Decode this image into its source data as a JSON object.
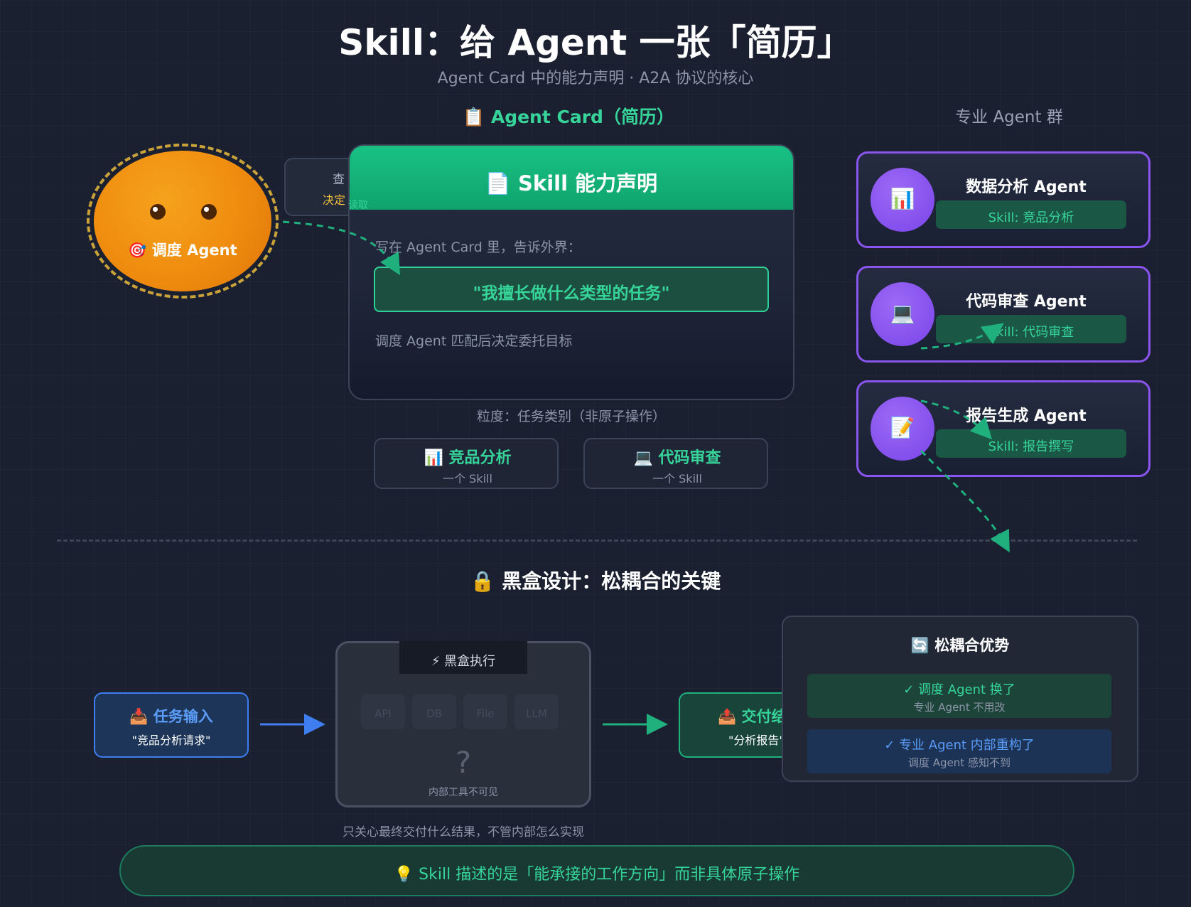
{
  "title": "Skill：给 Agent 一张「简历」",
  "subtitle": "Agent Card 中的能力声明 · A2A 协议的核心",
  "card_section": {
    "heading": "📋 Agent Card（简历）"
  },
  "agents_section": {
    "heading": "专业 Agent 群"
  },
  "dispatcher": {
    "label": "🎯 调度 Agent"
  },
  "query_tooltip": {
    "line1": "查",
    "line2": "决定",
    "read_label": "读取"
  },
  "skill_card": {
    "title": "📄 Skill 能力声明",
    "description": "写在 Agent Card 里，告诉外界：",
    "quote": "\"我擅长做什么类型的任务\"",
    "note": "调度 Agent 匹配后决定委托目标"
  },
  "granularity": "粒度：任务类别（非原子操作）",
  "skill_examples": [
    {
      "title": "📊 竞品分析",
      "sub": "一个 Skill"
    },
    {
      "title": "💻 代码审查",
      "sub": "一个 Skill"
    }
  ],
  "agents": [
    {
      "icon": "📊",
      "name": "数据分析 Agent",
      "skill": "Skill: 竞品分析"
    },
    {
      "icon": "💻",
      "name": "代码审查 Agent",
      "skill": "Skill: 代码审查"
    },
    {
      "icon": "📝",
      "name": "报告生成 Agent",
      "skill": "Skill: 报告撰写"
    }
  ],
  "blackbox_section": {
    "heading": "🔒 黑盒设计：松耦合的关键"
  },
  "task_input": {
    "title": "📥 任务输入",
    "value": "\"竞品分析请求\""
  },
  "blackbox": {
    "tab_label": "⚡ 黑盒执行",
    "tools": [
      "API",
      "DB",
      "File",
      "LLM"
    ],
    "question": "?",
    "note": "内部工具不可见",
    "caption": "只关心最终交付什么结果，不管内部怎么实现"
  },
  "delivery": {
    "title": "📤 交付结",
    "value": "\"分析报告\""
  },
  "coupling": {
    "title": "🔄 松耦合优势",
    "row1_title": "✓ 调度 Agent 换了",
    "row1_sub": "专业 Agent 不用改",
    "row2_title": "✓ 专业 Agent 内部重构了",
    "row2_sub": "调度 Agent 感知不到"
  },
  "footer": "💡 Skill 描述的是「能承接的工作方向」而非具体原子操作",
  "colors": {
    "background": "#1b2030",
    "accent_green": "#37d49a",
    "accent_blue": "#5a9cf8",
    "accent_purple": "#8a55ee",
    "accent_orange": "#ee8a0e",
    "accent_yellow": "#f2bf3f"
  }
}
